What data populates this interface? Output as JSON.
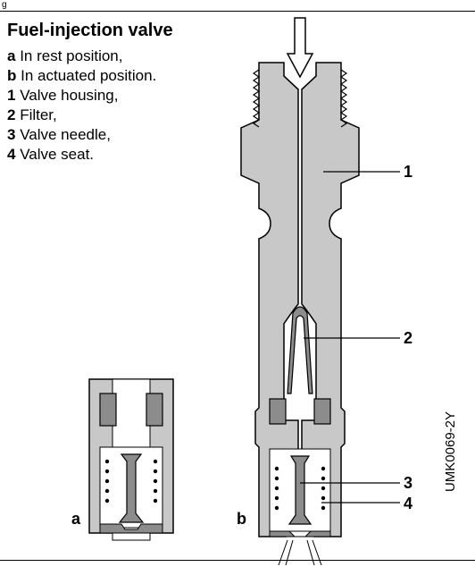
{
  "corner_mark": "g",
  "title": "Fuel-injection valve",
  "legend": [
    {
      "key": "a",
      "text": " In rest position,"
    },
    {
      "key": "b",
      "text": " In actuated position."
    },
    {
      "key": "1",
      "text": " Valve housing,"
    },
    {
      "key": "2",
      "text": " Filter,"
    },
    {
      "key": "3",
      "text": " Valve needle,"
    },
    {
      "key": "4",
      "text": " Valve seat."
    }
  ],
  "panels": {
    "a": "a",
    "b": "b"
  },
  "callouts": {
    "c1": "1",
    "c2": "2",
    "c3": "3",
    "c4": "4"
  },
  "figure_code": "UMK0069-2Y",
  "colors": {
    "body": "#c8c8c8",
    "dark": "#8c8c8c",
    "line": "#000000"
  }
}
